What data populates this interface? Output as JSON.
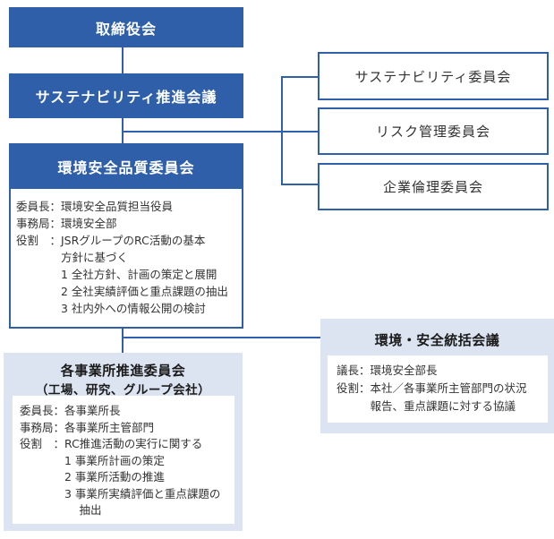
{
  "colors": {
    "primary_blue": "#2f5fa8",
    "light_blue_bg": "#dce4f2",
    "connector_blue": "#3060ac",
    "body_text": "#333333",
    "panel_title_text": "#1a1a1a"
  },
  "org_chart": {
    "board": {
      "label": "取締役会"
    },
    "sustainability_council": {
      "label": "サステナビリティ推進会議"
    },
    "right_committees": [
      {
        "label": "サステナビリティ委員会"
      },
      {
        "label": "リスク管理委員会"
      },
      {
        "label": "企業倫理委員会"
      }
    ],
    "env_quality_committee": {
      "title": "環境安全品質委員会",
      "lines": [
        "委員長：環境安全品質担当役員",
        "事務局：環境安全部",
        "役割　：JSRグループのRC活動の基本",
        "　　　　方針に基づく",
        "　　　　1 全社方針、計画の策定と展開",
        "　　　　2 全社実績評価と重点課題の抽出",
        "　　　　3 社内外への情報公開の検討"
      ]
    },
    "site_promotion_committee": {
      "title": "各事業所推進委員会",
      "subtitle": "（工場、研究、グループ会社）",
      "lines": [
        "委員長：各事業所長",
        "事務局：各事業所主管部門",
        "役割　：RC推進活動の実行に関する",
        "　　　　1 事業所計画の策定",
        "　　　　2 事業所活動の推進",
        "　　　　3 事業所実績評価と重点課題の",
        "　　　　　 抽出"
      ]
    },
    "env_safety_council": {
      "title": "環境・安全統括会議",
      "lines": [
        "議長：環境安全部長",
        "役割：本社／各事業所主管部門の状況",
        "　　　報告、重点課題に対する協議"
      ]
    }
  }
}
